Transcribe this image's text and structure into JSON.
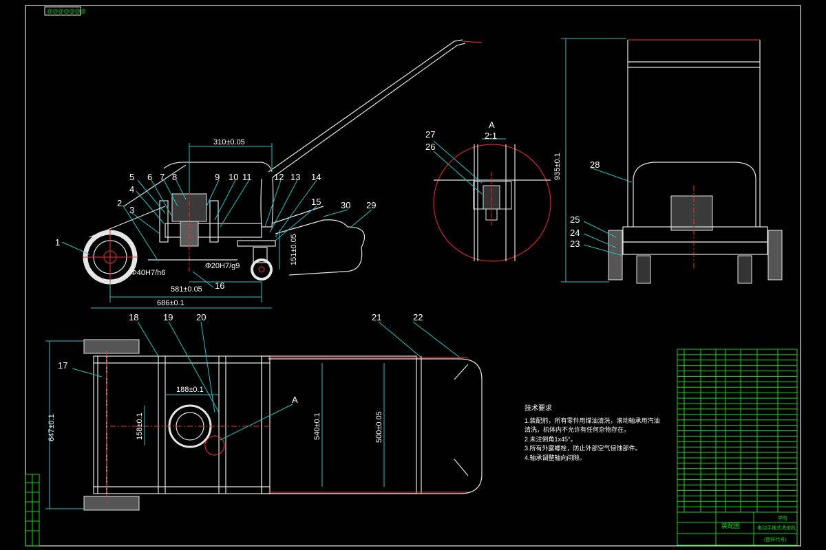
{
  "sheet_tag": "@@@@@@@",
  "main_view": {
    "part_labels": [
      "1",
      "2",
      "3",
      "4",
      "5",
      "6",
      "7",
      "8",
      "9",
      "10",
      "11",
      "12",
      "13",
      "14",
      "15",
      "16",
      "30",
      "29"
    ],
    "dims": {
      "d310": "310±0.05",
      "d581": "581±0.05",
      "d686": "686±0.1",
      "d151": "151±0.05",
      "fit_left": "Φ40H7/h6",
      "fit_right": "Φ20H7/g9"
    }
  },
  "detail_view": {
    "title": "A",
    "scale": "2:1",
    "labels": [
      "27",
      "26"
    ]
  },
  "side_view": {
    "labels": [
      "28",
      "25",
      "24",
      "23"
    ],
    "dim_height": "935±0.1"
  },
  "top_view": {
    "labels": [
      "17",
      "18",
      "19",
      "20",
      "21",
      "22"
    ],
    "section_marker": "A",
    "dims": {
      "d647": "647±0.1",
      "d188": "188±0.1",
      "d158": "158±0.1",
      "d540": "540±0.1",
      "d500": "500±0.05"
    }
  },
  "tech_notes": {
    "heading": "技术要求",
    "items": [
      "1.装配前，所有零件用煤油清洗，滚动轴承用汽油",
      "清洗，机体内不允许有任何杂物存在。",
      "2.未注倒角1x45°。",
      "3.所有外露螺栓，防止外部空气侵蚀部件。",
      "4.轴承调整轴向间隙。"
    ]
  },
  "title_block": {
    "drawing_title": "装配图",
    "product_name": "电动手推式洗地机",
    "school": "学院",
    "drawing_no": "(图样代号)"
  },
  "colors": {
    "background": "#000000",
    "outline": "#e6e6e6",
    "dimension": "#23c6c6",
    "centerline": "#ff2a2a",
    "table": "#19d419"
  }
}
